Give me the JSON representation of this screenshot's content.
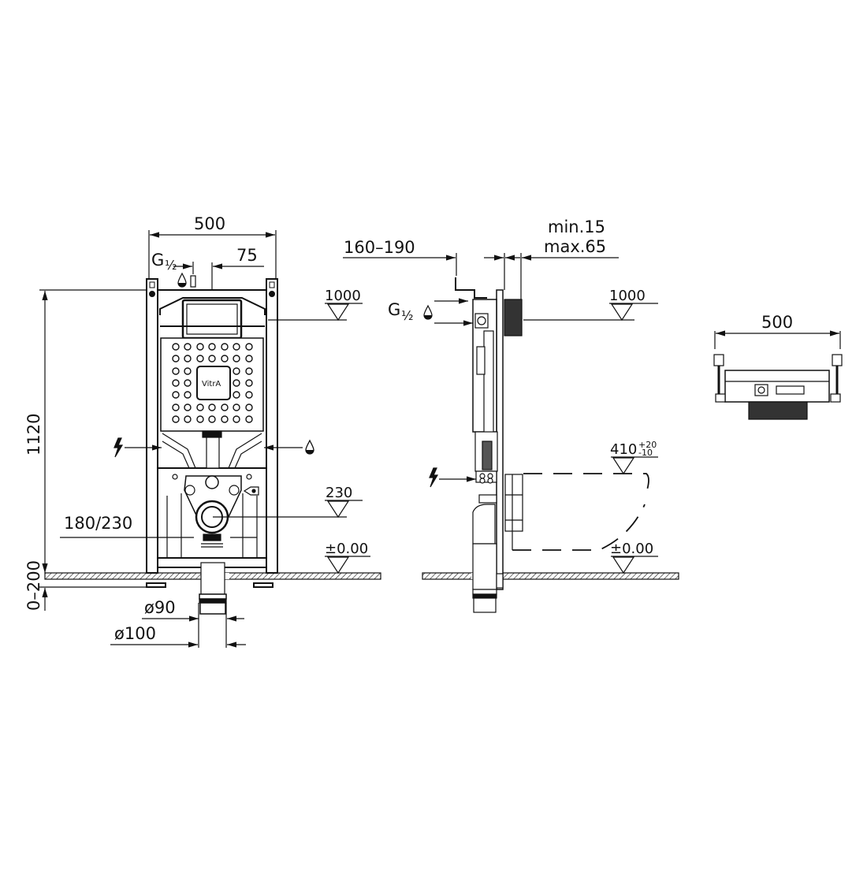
{
  "drawing": {
    "background": "#ffffff",
    "ink": "#111111",
    "front_view": {
      "width_dim": "500",
      "water_inlet": "G½",
      "water_inlet_main": "G",
      "water_inlet_frac": "½",
      "offset_dim": "75",
      "height_dim": "1120",
      "floor_adjust_dim": "0–200",
      "level_top": "1000",
      "level_mid": "230",
      "level_floor": "±0.00",
      "drain_height_dim": "180/230",
      "pipe_inner_dim": "ø90",
      "pipe_outer_dim": "ø100",
      "brand": "VitrA",
      "icons": [
        "electric-supply-icon",
        "water-drop-icon"
      ]
    },
    "side_view": {
      "depth_dim": "160–190",
      "wall_min": "min.15",
      "wall_max": "max.65",
      "water_inlet_main": "G",
      "water_inlet_frac": "½",
      "level_top": "1000",
      "seat_height": "410",
      "seat_tol_plus": "+20",
      "seat_tol_minus": "-10",
      "level_floor": "±0.00"
    },
    "top_view": {
      "width_dim": "500"
    }
  }
}
